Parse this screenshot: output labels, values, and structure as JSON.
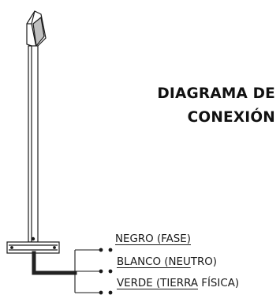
{
  "title": {
    "line1": "DIAGRAMA DE",
    "line2": "CONEXIÓN"
  },
  "wires": [
    {
      "label": "NEGRO (FASE)",
      "underlined": "NEGRO (FASE)",
      "rest": ""
    },
    {
      "label": "BLANCO (NEUTRO)",
      "underlined": "BLANCO (NEU",
      "rest": "TRO)"
    },
    {
      "label": "VERDE (TIERRA FÍSICA)",
      "underlined": "VERDE (TIERRA",
      "rest": " FÍSICA)"
    }
  ],
  "colors": {
    "line": "#1a1a1a",
    "cable": "#222222",
    "lamp_face": "#bfbfbf",
    "background": "#ffffff"
  }
}
